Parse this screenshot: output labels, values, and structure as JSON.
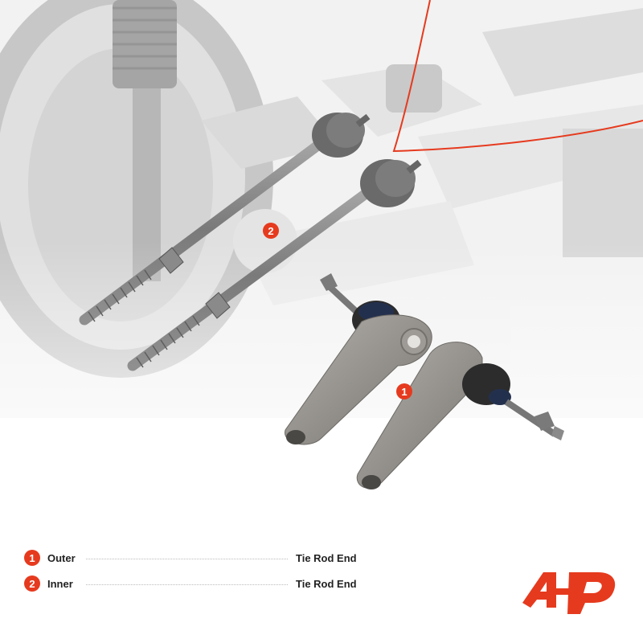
{
  "callouts": [
    {
      "number": "1"
    },
    {
      "number": "2"
    }
  ],
  "legend": [
    {
      "number": "1",
      "label": "Outer",
      "value": "Tie Rod End"
    },
    {
      "number": "2",
      "label": "Inner",
      "value": "Tie Rod End"
    }
  ],
  "colors": {
    "accent": "#e63a1e",
    "part_metal": "#8e8e8e",
    "background_scene": "#e6e6e6"
  },
  "logo": {
    "icon": "brand-logo-icon"
  }
}
